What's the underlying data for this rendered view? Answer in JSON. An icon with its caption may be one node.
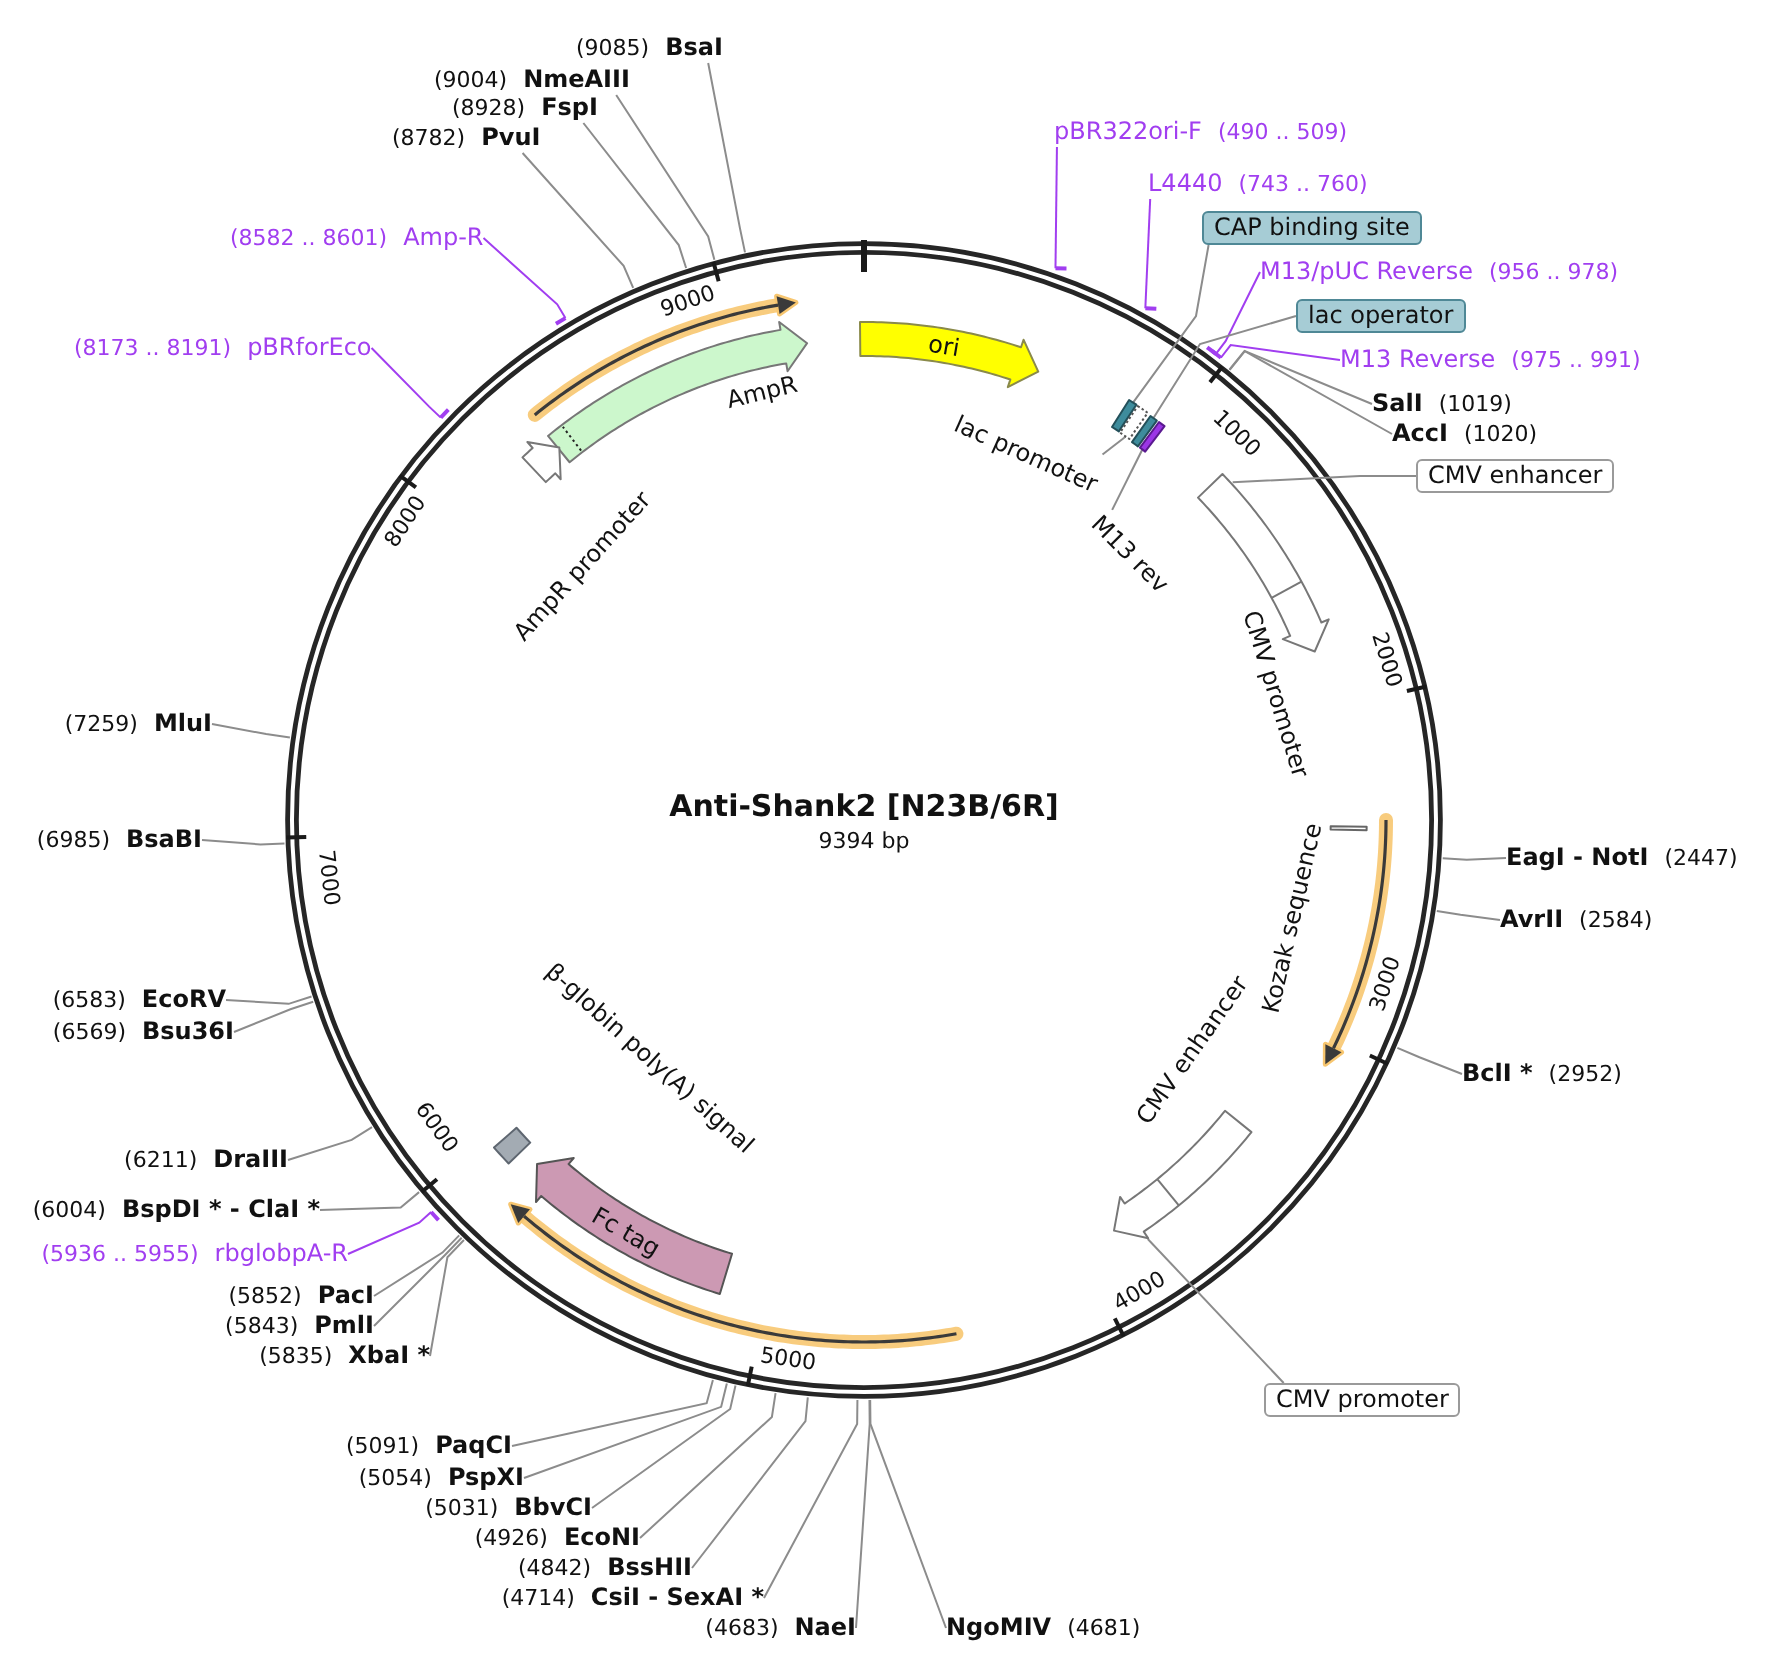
{
  "diagram": {
    "title": "Anti-Shank2 [N23B/6R]",
    "nodes": [
      {
        "text": [
          "(9085)",
          "BsaI"
        ]
      },
      {
        "text": [
          "(9004)",
          "NmeAIII"
        ]
      },
      {
        "text": [
          "(8928)",
          "FspI"
        ]
      },
      {
        "text": [
          "pBR322ori-F",
          "(490 .. 509)"
        ]
      },
      {
        "text": [
          "(8782)",
          "PvuI"
        ]
      },
      {
        "text": [
          "L4440",
          "(743 .. 760)"
        ]
      },
      {
        "text": [
          "CAP binding site"
        ]
      },
      {
        "text": [
          "(8582 .. 8601)",
          "Amp-R"
        ]
      },
      {
        "text": [
          "M13/pUC Reverse",
          "(956 .. 978)"
        ]
      },
      {
        "text": [
          "lac operator"
        ]
      },
      {
        "text": [
          "ori"
        ]
      },
      {
        "text": [
          "(8173 .. 8191)",
          "pBRforEco"
        ]
      },
      {
        "text": [
          "M13 Reverse",
          "(975 .. 991)"
        ]
      },
      {
        "text": [
          "AmpR"
        ]
      },
      {
        "text": [
          "SalI",
          "(1019)"
        ]
      },
      {
        "text": [],
        "shape": "bar"
      },
      {
        "text": [],
        "shape": "bar"
      },
      {
        "text": [],
        "shape": "bar"
      },
      {
        "text": [],
        "shape": "bar"
      },
      {
        "text": [
          "lac promoter"
        ]
      },
      {
        "text": [
          "AccI",
          "(1020)"
        ]
      },
      {
        "text": [
          "CMV enhancer"
        ]
      },
      {
        "text": [
          "M13 rev"
        ]
      },
      {
        "text": [
          "AmpR promoter"
        ]
      },
      {
        "text": [
          "CMV promoter"
        ]
      },
      {
        "text": [
          "(7259)",
          "MluI"
        ]
      },
      {
        "text": [
          "Kozak sequence"
        ]
      },
      {
        "text": [
          "(6985)",
          "BsaBI"
        ]
      },
      {
        "text": [
          "EagI - NotI",
          "(2447)"
        ]
      },
      {
        "text": [
          "AvrII",
          "(2584)"
        ]
      },
      {
        "text": [
          "(6583)",
          "EcoRV"
        ]
      },
      {
        "text": [
          "(6569)",
          "Bsu36I"
        ]
      },
      {
        "text": [
          "BclI *",
          "(2952)"
        ]
      },
      {
        "text": [
          "β-globin poly(A) signal"
        ]
      },
      {
        "text": [
          "CMV enhancer"
        ]
      },
      {
        "text": [
          "(6211)",
          "DraIII"
        ]
      },
      {
        "text": [
          "Fc tag"
        ]
      },
      {
        "text": [
          "(6004)",
          "BspDI * - ClaI *"
        ]
      },
      {
        "text": [
          "(5936 .. 5955)",
          "rbglobpA-R"
        ]
      },
      {
        "text": [
          "(5852)",
          "PacI"
        ]
      },
      {
        "text": [
          "(5843)",
          "PmlI"
        ]
      },
      {
        "text": [
          "(5835)",
          "XbaI *"
        ]
      },
      {
        "text": [
          "CMV promoter"
        ]
      },
      {
        "text": [
          "(5091)",
          "PaqCI"
        ]
      },
      {
        "text": [
          "(5054)",
          "PspXI"
        ]
      },
      {
        "text": [
          "(5031)",
          "BbvCI"
        ]
      },
      {
        "text": [
          "(4926)",
          "EcoNI"
        ]
      },
      {
        "text": [
          "(4842)",
          "BssHII"
        ]
      },
      {
        "text": [
          "(4714)",
          "CsiI - SexAI *"
        ]
      },
      {
        "text": [
          "(4683)",
          "NaeI"
        ]
      },
      {
        "text": [
          "NgoMIV",
          "(4681)"
        ]
      }
    ],
    "edges": [
      {
        "from": 0,
        "to": null,
        "arrow": "none"
      },
      {
        "from": 1,
        "to": null,
        "arrow": "none"
      },
      {
        "from": 2,
        "to": null,
        "arrow": "none"
      },
      {
        "from": 3,
        "to": null,
        "arrow": "other",
        "color": "#a13ef0"
      },
      {
        "from": 4,
        "to": null,
        "arrow": "none"
      },
      {
        "from": 5,
        "to": null,
        "arrow": "other",
        "color": "#a13ef0"
      },
      {
        "from": 6,
        "to": 15,
        "arrow": "none"
      },
      {
        "from": 7,
        "to": null,
        "arrow": "other",
        "color": "#a13ef0"
      },
      {
        "from": 8,
        "to": null,
        "arrow": "other",
        "color": "#a13ef0"
      },
      {
        "from": 9,
        "to": 17,
        "arrow": "none"
      },
      {
        "from": 11,
        "to": null,
        "arrow": "other",
        "color": "#a13ef0"
      },
      {
        "from": 12,
        "to": null,
        "arrow": "other",
        "color": "#a13ef0"
      },
      {
        "from": 14,
        "to": null,
        "arrow": "none"
      },
      {
        "from": 19,
        "to": 16,
        "arrow": "none"
      },
      {
        "from": 20,
        "to": null,
        "arrow": "none"
      },
      {
        "from": 21,
        "to": 24,
        "arrow": "none"
      },
      {
        "from": 22,
        "to": 18,
        "arrow": "none"
      },
      {
        "from": 25,
        "to": null,
        "arrow": "none"
      },
      {
        "from": 27,
        "to": null,
        "arrow": "none"
      },
      {
        "from": 28,
        "to": null,
        "arrow": "none"
      },
      {
        "from": 29,
        "to": null,
        "arrow": "none"
      },
      {
        "from": 30,
        "to": null,
        "arrow": "none"
      },
      {
        "from": 31,
        "to": null,
        "arrow": "none"
      },
      {
        "from": 32,
        "to": null,
        "arrow": "none"
      },
      {
        "from": 35,
        "to": null,
        "arrow": "none"
      },
      {
        "from": 37,
        "to": null,
        "arrow": "none"
      },
      {
        "from": 38,
        "to": null,
        "arrow": "other",
        "color": "#a13ef0"
      },
      {
        "from": 39,
        "to": null,
        "arrow": "none"
      },
      {
        "from": 40,
        "to": null,
        "arrow": "none"
      },
      {
        "from": 41,
        "to": null,
        "arrow": "none"
      },
      {
        "from": 42,
        "to": 34,
        "arrow": "none"
      },
      {
        "from": 43,
        "to": null,
        "arrow": "none"
      },
      {
        "from": 44,
        "to": null,
        "arrow": "none"
      },
      {
        "from": 45,
        "to": null,
        "arrow": "none"
      },
      {
        "from": 46,
        "to": null,
        "arrow": "none"
      },
      {
        "from": 47,
        "to": null,
        "arrow": "none"
      },
      {
        "from": 48,
        "to": null,
        "arrow": "none"
      },
      {
        "from": 49,
        "to": null,
        "arrow": "none"
      },
      {
        "from": 50,
        "to": null,
        "arrow": "none"
      }
    ],
    "labels": [
      "9000",
      "1000",
      "8000",
      "2000",
      "9394 bp",
      "7000",
      "3000",
      "6000",
      "4000",
      "5000"
    ]
  }
}
